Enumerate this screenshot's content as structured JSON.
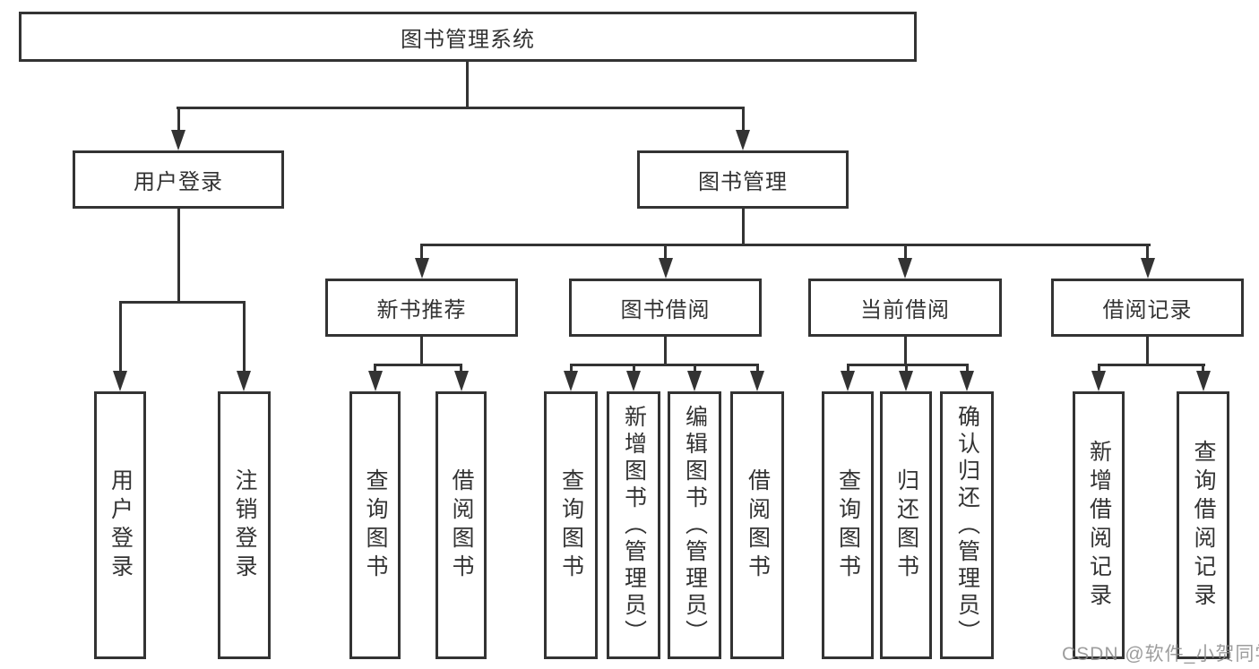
{
  "diagram": {
    "title": "图书管理系统",
    "root": {
      "label": "图书管理系统"
    },
    "level2": {
      "user_login": {
        "label": "用户登录"
      },
      "book_mgmt": {
        "label": "图书管理"
      }
    },
    "level3": {
      "new_books": {
        "label": "新书推荐"
      },
      "book_borrow": {
        "label": "图书借阅"
      },
      "current_borrow": {
        "label": "当前借阅"
      },
      "borrow_records": {
        "label": "借阅记录"
      }
    },
    "leaves": {
      "user_login": [
        "用户登录",
        "注销登录"
      ],
      "new_books": [
        "查询图书",
        "借阅图书"
      ],
      "book_borrow": [
        "查询图书",
        "新增图书（管理员）",
        "编辑图书（管理员）",
        "借阅图书"
      ],
      "current_borrow": [
        "查询图书",
        "归还图书",
        "确认归还（管理员）"
      ],
      "borrow_records": [
        "新增借阅记录",
        "查询借阅记录"
      ]
    }
  },
  "watermark": {
    "text": "CSDN @软件_小贺同学"
  },
  "colors": {
    "line": "#333333",
    "text": "#333333",
    "box_fill": "#ffffff",
    "watermark": "#8c8c8c",
    "background": "#ffffff"
  }
}
